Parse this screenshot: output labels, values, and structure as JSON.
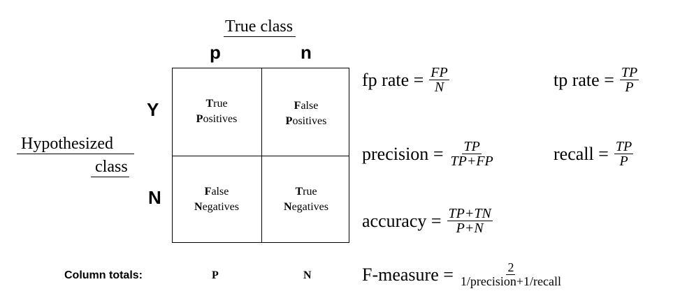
{
  "matrix": {
    "true_class_label": "True class",
    "col_p": "p",
    "col_n": "n",
    "hypothesized_line1": "Hypothesized",
    "hypothesized_line2": "class",
    "row_y": "Y",
    "row_n": "N",
    "cells": {
      "tp": {
        "l1_first": "T",
        "l1_rest": "rue",
        "l2_first": "P",
        "l2_rest": "ositives"
      },
      "fp": {
        "l1_first": "F",
        "l1_rest": "alse",
        "l2_first": "P",
        "l2_rest": "ositives"
      },
      "fn": {
        "l1_first": "F",
        "l1_rest": "alse",
        "l2_first": "N",
        "l2_rest": "egatives"
      },
      "tn": {
        "l1_first": "T",
        "l1_rest": "rue",
        "l2_first": "N",
        "l2_rest": "egatives"
      }
    },
    "column_totals_label": "Column totals:",
    "total_p": "P",
    "total_n": "N"
  },
  "formulas": {
    "fp_rate": {
      "lhs": "fp rate",
      "num": "FP",
      "den": "N"
    },
    "tp_rate": {
      "lhs": "tp rate",
      "num": "TP",
      "den": "P"
    },
    "precision": {
      "lhs": "precision",
      "num": "TP",
      "den": "TP+FP"
    },
    "recall": {
      "lhs": "recall",
      "num": "TP",
      "den": "P"
    },
    "accuracy": {
      "lhs": "accuracy",
      "num": "TP+TN",
      "den": "P+N"
    },
    "f_measure": {
      "lhs": "F-measure",
      "num": "2",
      "den": "1/precision+1/recall"
    },
    "eq": "="
  }
}
